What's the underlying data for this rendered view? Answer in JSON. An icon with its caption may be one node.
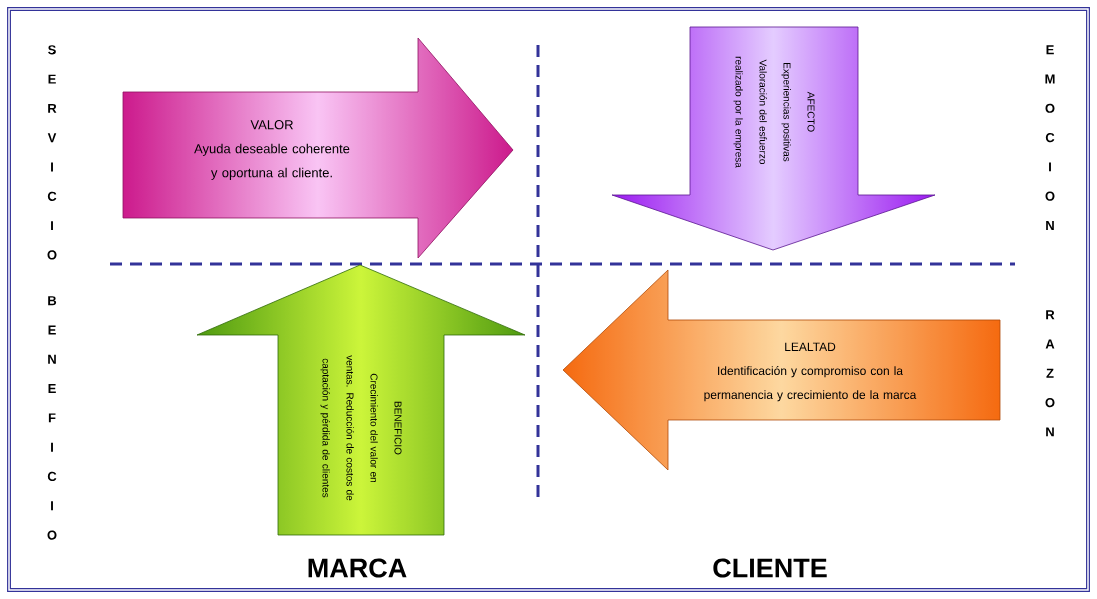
{
  "diagram": {
    "nodes": [
      {
        "text": [
          "VALOR",
          "Ayuda deseable coherente y oportuna al cliente."
        ]
      },
      {
        "text": [
          "AFECTO",
          "Experiencias positivas Valoración del esfuerzo realizado por la empresa"
        ]
      },
      {
        "text": [
          "BENEFICIO",
          "Crecimiento del valor en ventas. Reducción de costos de captación y pérdida de clientes"
        ]
      },
      {
        "text": [
          "LEALTAD",
          "Identificación y compromiso con la permanencia y crecimiento de la marca"
        ]
      }
    ],
    "labels": [
      "SERVICIO",
      "EMOCION",
      "BENEFICIO",
      "RAZON",
      "MARCA",
      "CLIENTE"
    ]
  }
}
